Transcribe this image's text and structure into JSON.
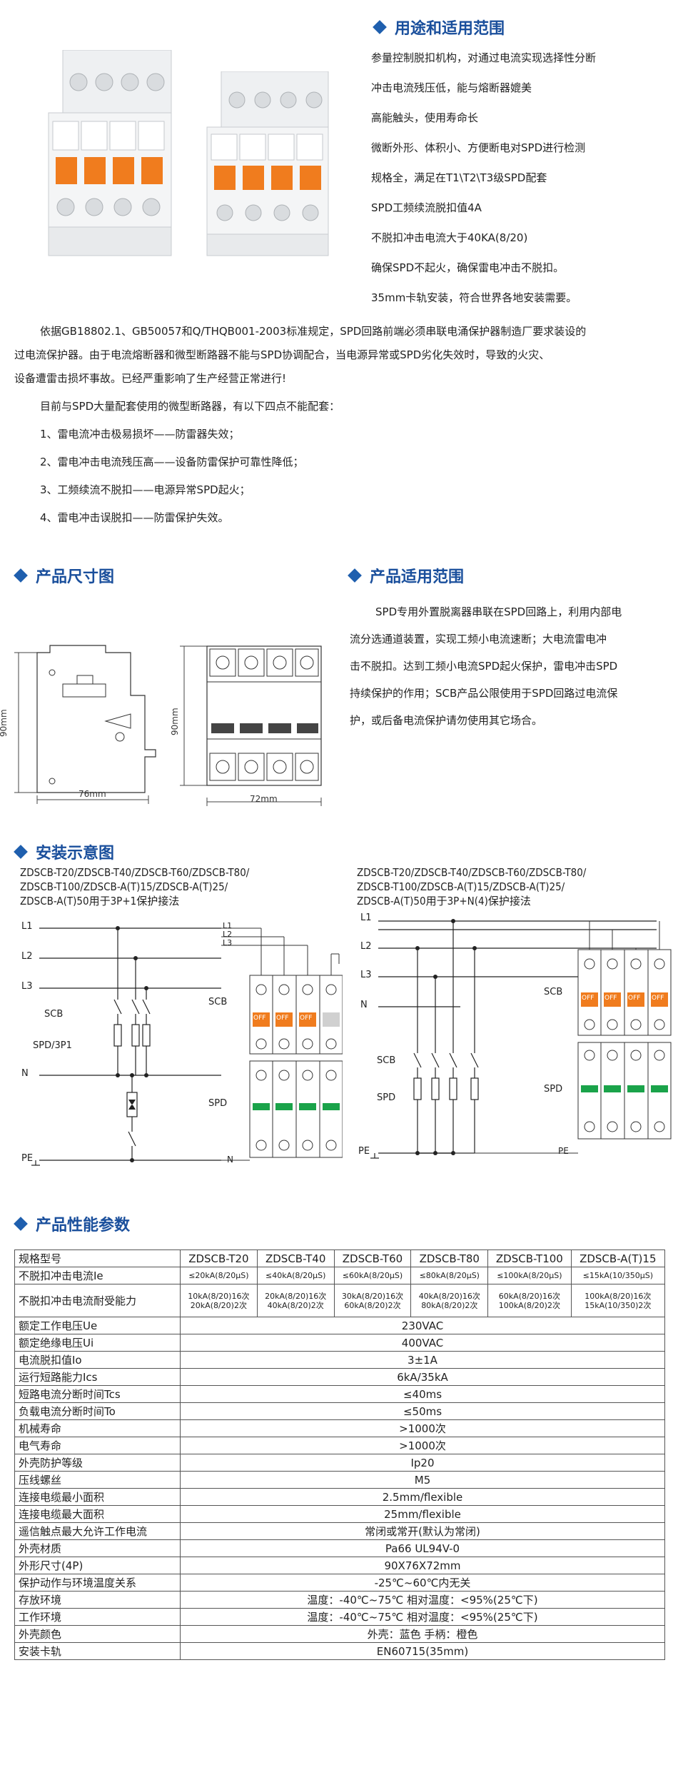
{
  "usage": {
    "heading": "用途和适用范围",
    "lines": [
      "参量控制脱扣机构，对通过电流实现选择性分断",
      "冲击电流残压低，能与熔断器媲美",
      "高能触头，使用寿命长",
      "微断外形、体积小、方便断电对SPD进行检测",
      "规格全，满足在T1\\T2\\T3级SPD配套",
      "SPD工频续流脱扣值4A",
      "不脱扣冲击电流大于40KA(8/20)",
      "确保SPD不起火，确保雷电冲击不脱扣。",
      "35mm卡轨安装，符合世界各地安装需要。"
    ]
  },
  "intro": {
    "lines": [
      "依据GB18802.1、GB50057和Q/THQB001-2003标准规定，SPD回路前端必须串联电涌保护器制造厂要求装设的",
      "过电流保护器。由于电流熔断器和微型断路器不能与SPD协调配合，当电源异常或SPD劣化失效时，导致的火灾、",
      "设备遭雷击损坏事故。已经严重影响了生产经营正常进行!",
      "目前与SPD大量配套使用的微型断路器，有以下四点不能配套：",
      "1、雷电流冲击极易损坏——防雷器失效；",
      "2、雷电冲击电流残压高——设备防雷保护可靠性降低；",
      "3、工频续流不脱扣——电源异常SPD起火；",
      "4、雷电冲击误脱扣——防雷保护失效。"
    ]
  },
  "dimensions": {
    "heading": "产品尺寸图",
    "height_label": "90mm",
    "side_width_label": "76mm",
    "front_width_label": "72mm"
  },
  "scope": {
    "heading": "产品适用范围",
    "lines": [
      "SPD专用外置脱离器串联在SPD回路上，利用内部电",
      "流分选通道装置，实现工频小电流速断；大电流雷电冲",
      "击不脱扣。达到工频小电流SPD起火保护，雷电冲击SPD",
      "持续保护的作用；SCB产品公限使用于SPD回路过电流保",
      "护，或后备电流保护请勿使用其它场合。"
    ]
  },
  "install": {
    "heading": "安装示意图",
    "left_caption": [
      "ZDSCB-T20/ZDSCB-T40/ZDSCB-T60/ZDSCB-T80/",
      "ZDSCB-T100/ZDSCB-A(T)15/ZDSCB-A(T)25/",
      "ZDSCB-A(T)50用于3P+1保护接法"
    ],
    "right_caption": [
      "ZDSCB-T20/ZDSCB-T40/ZDSCB-T60/ZDSCB-T80/",
      "ZDSCB-T100/ZDSCB-A(T)15/ZDSCB-A(T)25/",
      "ZDSCB-A(T)50用于3P+N(4)保护接法"
    ],
    "labels": {
      "l1": "L1",
      "l2": "L2",
      "l3": "L3",
      "n": "N",
      "pe": "PE",
      "scb": "SCB",
      "spd3p1": "SPD/3P1",
      "spd": "SPD",
      "off": "OFF"
    }
  },
  "params": {
    "heading": "产品性能参数",
    "header": [
      "规格型号",
      "ZDSCB-T20",
      "ZDSCB-T40",
      "ZDSCB-T60",
      "ZDSCB-T80",
      "ZDSCB-T100",
      "ZDSCB-A(T)15"
    ],
    "row_ie": [
      "不脱扣冲击电流Ie",
      "≤20kA(8/20μS)",
      "≤40kA(8/20μS)",
      "≤60kA(8/20μS)",
      "≤80kA(8/20μS)",
      "≤100kA(8/20μS)",
      "≤15kA(10/350μS)"
    ],
    "row_withstand": {
      "label": "不脱扣冲击电流耐受能力",
      "cells": [
        [
          "10kA(8/20)16次",
          "20kA(8/20)2次"
        ],
        [
          "20kA(8/20)16次",
          "40kA(8/20)2次"
        ],
        [
          "30kA(8/20)16次",
          "60kA(8/20)2次"
        ],
        [
          "40kA(8/20)16次",
          "80kA(8/20)2次"
        ],
        [
          "60kA(8/20)16次",
          "100kA(8/20)2次"
        ],
        [
          "100kA(8/20)16次",
          "15kA(10/350)2次"
        ]
      ]
    },
    "rows": [
      [
        "额定工作电压Ue",
        "230VAC"
      ],
      [
        "额定绝缘电压Ui",
        "400VAC"
      ],
      [
        "电流脱扣值Io",
        "3±1A"
      ],
      [
        "运行短路能力Ics",
        "6kA/35kA"
      ],
      [
        "短路电流分断时间Tcs",
        "≤40ms"
      ],
      [
        "负载电流分断时间To",
        "≤50ms"
      ],
      [
        "机械寿命",
        ">1000次"
      ],
      [
        "电气寿命",
        ">1000次"
      ],
      [
        "外壳防护等级",
        "Ip20"
      ],
      [
        "压线螺丝",
        "M5"
      ],
      [
        "连接电缆最小面积",
        "2.5mm/flexible"
      ],
      [
        "连接电缆最大面积",
        "25mm/flexible"
      ],
      [
        "遥信触点最大允许工作电流",
        "常闭或常开(默认为常闭)"
      ],
      [
        "外壳材质",
        "Pa66 UL94V-0"
      ],
      [
        "外形尺寸(4P)",
        "90X76X72mm"
      ],
      [
        "保护动作与环境温度关系",
        "-25℃~60℃内无关"
      ],
      [
        "存放环境",
        "温度：-40℃~75℃ 相对温度：<95%(25℃下)"
      ],
      [
        "工作环境",
        "温度：-40℃~75℃ 相对温度：<95%(25℃下)"
      ],
      [
        "外壳颜色",
        "外壳：蓝色  手柄：橙色"
      ],
      [
        "安装卡轨",
        "EN60715(35mm)"
      ]
    ]
  },
  "colors": {
    "accent": "#1a4f9c",
    "handle": "#f07c1e",
    "indicator": "#1aa34a"
  }
}
